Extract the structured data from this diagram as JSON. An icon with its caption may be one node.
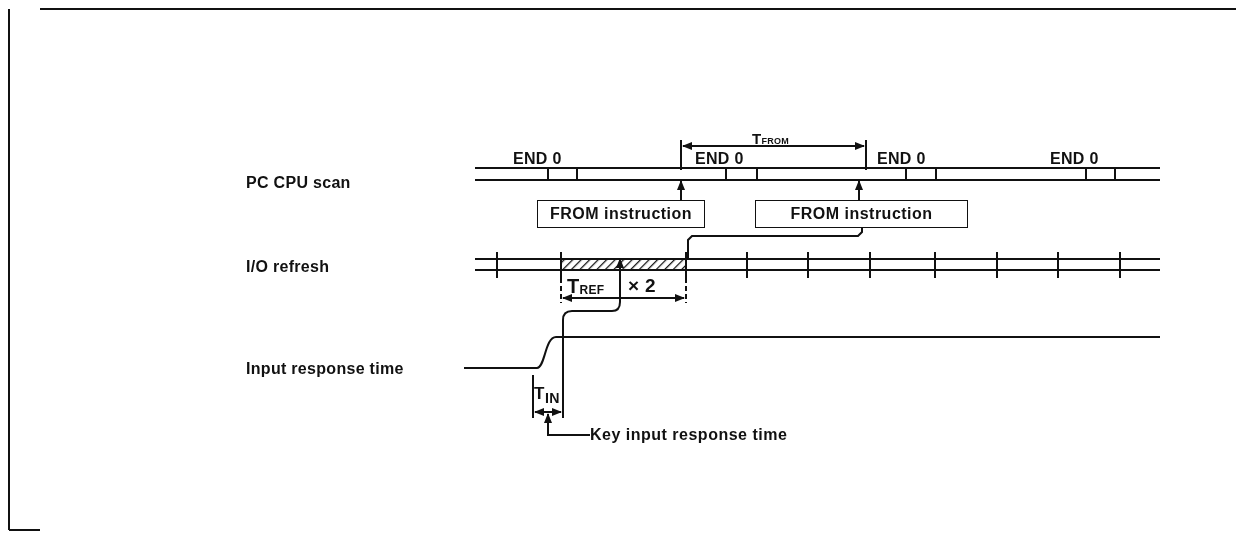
{
  "diagram": {
    "nodes": [
      {
        "text": [
          "FROM instruction"
        ]
      },
      {
        "text": [
          "FROM instruction"
        ]
      },
      {
        "text": [
          "Key input response time"
        ]
      },
      {
        "text": [
          "T$_{IN}$"
        ]
      }
    ],
    "edges": [
      {
        "from": 0,
        "to": null,
        "arrow": "to"
      },
      {
        "from": 1,
        "to": null,
        "arrow": "to"
      },
      {
        "from": 1,
        "to": null,
        "arrow": "none"
      },
      {
        "from": 2,
        "to": 3,
        "arrow": "to"
      }
    ],
    "labels": [
      "T$_{FROM}$",
      "END 0",
      "END 0",
      "END 0",
      "END 0",
      "PC CPU scan",
      "I/O refresh",
      "T$_{REF}$",
      "× 2",
      "Input response time"
    ]
  }
}
